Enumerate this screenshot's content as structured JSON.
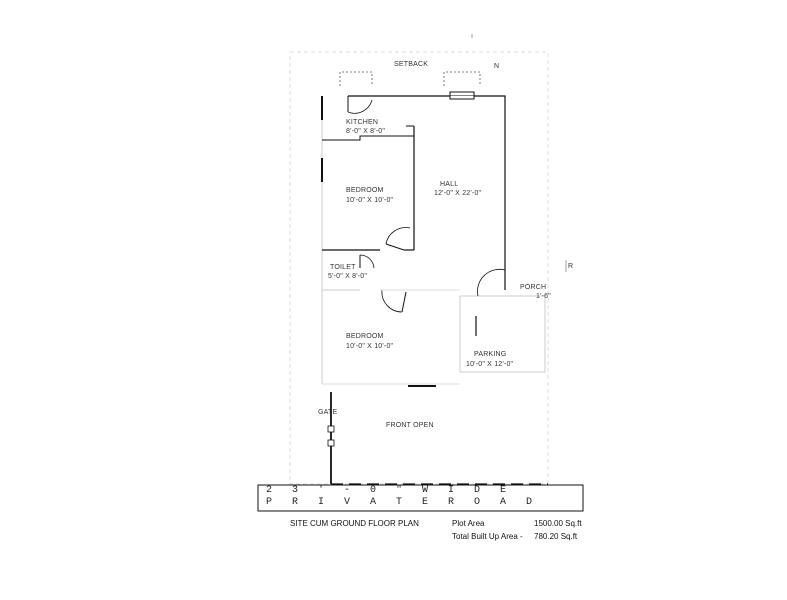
{
  "rooms": {
    "setback_top": "SETBACK",
    "north": "N",
    "kitchen": "KITCHEN",
    "kitchen_size": "8'-0\" X 8'-0\"",
    "hall": "HALL",
    "hall_size": "12'-0\" X 22'-0\"",
    "bedroom1": "BEDROOM",
    "bedroom1_size": "10'-0\" X 10'-0\"",
    "toilet": "TOILET",
    "toilet_size": "5'-0\" X 8'-0\"",
    "bedroom2": "BEDROOM",
    "bedroom2_size": "10'-0\" X 10'-0\"",
    "parking": "PARKING",
    "parking_size": "10'-0\" X 12'-0\"",
    "porch": "PORCH",
    "side_note": "1'-6\"",
    "right_mark": "R",
    "front_open": "FRONT OPEN",
    "gate": "GATE"
  },
  "road": {
    "line1": "2 3 ' - 0 \"  W I D E",
    "line2": "P R I V A T E   R O A D"
  },
  "caption": {
    "plan_title": "SITE CUM GROUND FLOOR PLAN",
    "plot_area_label": "Plot Area",
    "plot_area_value": "1500.00 Sq.ft",
    "built_up_label": "Total Built Up Area -",
    "built_up_value": "780.20 Sq.ft"
  }
}
